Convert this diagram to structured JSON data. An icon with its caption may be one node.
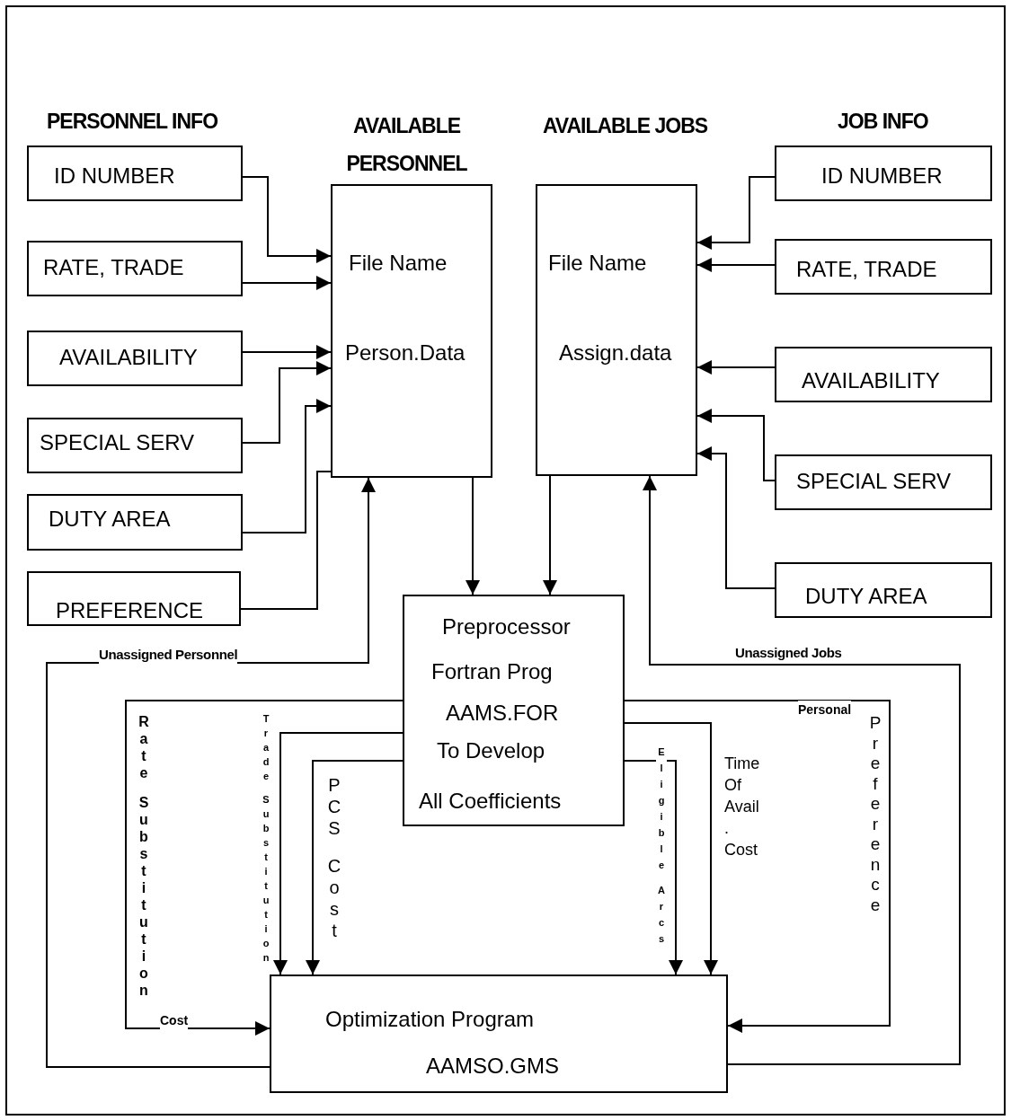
{
  "diagram": {
    "nodes": [
      {
        "text": [
          "ID NUMBER"
        ]
      },
      {
        "text": [
          "RATE, TRADE"
        ]
      },
      {
        "text": [
          "AVAILABILITY"
        ]
      },
      {
        "text": [
          "SPECIAL SERV"
        ]
      },
      {
        "text": [
          "DUTY AREA"
        ]
      },
      {
        "text": [
          "PREFERENCE"
        ]
      },
      {
        "text": [
          "AVAILABLE PERSONNEL",
          "File Name",
          "Person.Data"
        ]
      },
      {
        "text": [
          "AVAILABLE JOBS",
          "File Name",
          "Assign.data"
        ]
      },
      {
        "text": [
          "ID NUMBER"
        ]
      },
      {
        "text": [
          "RATE, TRADE"
        ]
      },
      {
        "text": [
          "AVAILABILITY"
        ]
      },
      {
        "text": [
          "SPECIAL SERV"
        ]
      },
      {
        "text": [
          "DUTY AREA"
        ]
      },
      {
        "text": [
          "Preprocessor",
          "Fortran Prog",
          "AAMS.FOR",
          "To Develop",
          "All Coefficients"
        ]
      },
      {
        "text": [
          "Optimization Program",
          "AAMSO.GMS"
        ]
      }
    ],
    "edges": [
      {
        "from": 0,
        "to": 6,
        "arrow": "to"
      },
      {
        "from": 1,
        "to": 6,
        "arrow": "to"
      },
      {
        "from": 2,
        "to": 6,
        "arrow": "to"
      },
      {
        "from": 3,
        "to": 6,
        "arrow": "to"
      },
      {
        "from": 4,
        "to": 6,
        "arrow": "to"
      },
      {
        "from": 5,
        "to": 6,
        "arrow": "none"
      },
      {
        "from": 8,
        "to": 7,
        "arrow": "to"
      },
      {
        "from": 9,
        "to": 7,
        "arrow": "to"
      },
      {
        "from": 10,
        "to": 7,
        "arrow": "to"
      },
      {
        "from": 11,
        "to": 7,
        "arrow": "to"
      },
      {
        "from": 12,
        "to": 7,
        "arrow": "to"
      },
      {
        "from": 6,
        "to": 13,
        "arrow": "to"
      },
      {
        "from": 7,
        "to": 13,
        "arrow": "to"
      },
      {
        "from": 14,
        "to": 6,
        "arrow": "to",
        "label": "Unassigned Personnel"
      },
      {
        "from": 14,
        "to": 7,
        "arrow": "to",
        "label": "Unassigned Jobs"
      },
      {
        "from": 13,
        "to": 14,
        "arrow": "to",
        "label": "Rate Substitution"
      },
      {
        "from": 13,
        "to": 14,
        "arrow": "to",
        "label": "Trade Substitution"
      },
      {
        "from": 13,
        "to": 14,
        "arrow": "to",
        "label": "PCS Cost"
      },
      {
        "from": 13,
        "to": 14,
        "arrow": "to",
        "label": "Eligible Arcs"
      },
      {
        "from": 13,
        "to": 14,
        "arrow": "to",
        "label": "Time Of Avail . Cost"
      },
      {
        "from": 13,
        "to": 14,
        "arrow": "to",
        "label": "Preference"
      }
    ],
    "labels": [
      "PERSONNEL INFO",
      "JOB INFO",
      "Cost",
      "Personal"
    ]
  }
}
